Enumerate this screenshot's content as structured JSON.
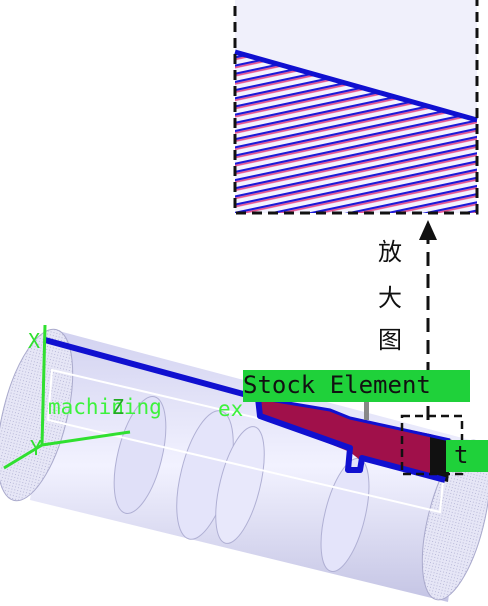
{
  "zoom_label": [
    "放",
    "大",
    "图"
  ],
  "labels": {
    "stock_element": "Stock Element",
    "t_fragment": "t",
    "machining_text": "machining",
    "ex_text": "ex",
    "cursor_text": "Z"
  },
  "axes": {
    "x": "X",
    "y": "Y"
  },
  "colors": {
    "green_tag": "#1fd13a",
    "profile_blue": "#1010d0",
    "stock_red": "#a0104a",
    "axis_green": "#30e030",
    "cylinder_tint": "#d8d8f4",
    "inset_stripe_red": "#e8508c"
  }
}
